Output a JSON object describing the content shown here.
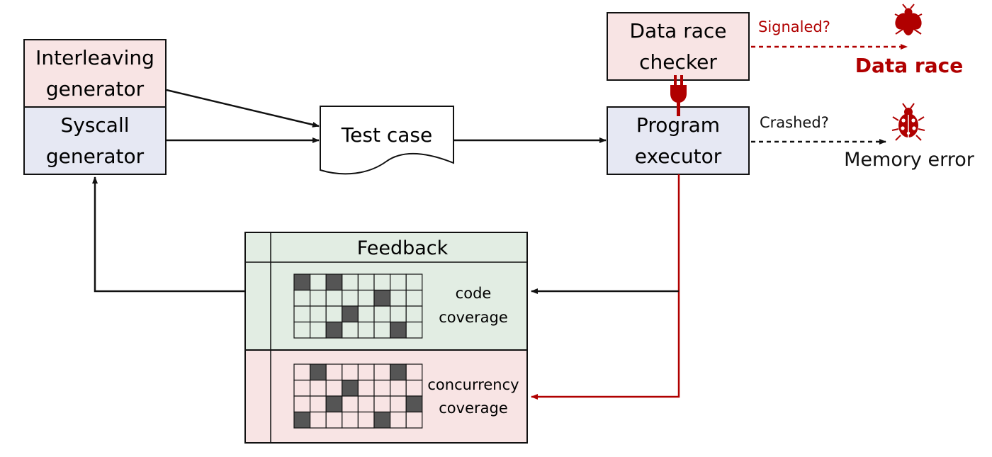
{
  "colors": {
    "red": "#b00000",
    "pink_fill": "#f8e4e4",
    "blue_fill": "#e6e8f3",
    "green_fill": "#e2ede3",
    "dark_cell": "#555555",
    "line": "#111111"
  },
  "boxes": {
    "interleaving": [
      "Interleaving",
      "generator"
    ],
    "syscall": [
      "Syscall",
      "generator"
    ],
    "test_case": "Test case",
    "data_race_checker": [
      "Data race",
      "checker"
    ],
    "program_executor": [
      "Program",
      "executor"
    ]
  },
  "feedback": {
    "title": "Feedback",
    "code_coverage": [
      "code",
      "coverage"
    ],
    "concurrency_coverage": [
      "concurrency",
      "coverage"
    ],
    "code_grid_filled": [
      [
        0,
        0
      ],
      [
        0,
        2
      ],
      [
        1,
        5
      ],
      [
        2,
        3
      ],
      [
        3,
        2
      ],
      [
        3,
        6
      ]
    ],
    "concurrency_grid_filled": [
      [
        0,
        1
      ],
      [
        0,
        6
      ],
      [
        1,
        3
      ],
      [
        2,
        2
      ],
      [
        2,
        7
      ],
      [
        3,
        0
      ],
      [
        3,
        5
      ]
    ]
  },
  "outcomes": {
    "signaled": "Signaled?",
    "data_race": "Data race",
    "crashed": "Crashed?",
    "memory_error": "Memory error"
  },
  "icons": [
    "fly-bug-icon",
    "ladybug-icon",
    "plug-icon"
  ]
}
